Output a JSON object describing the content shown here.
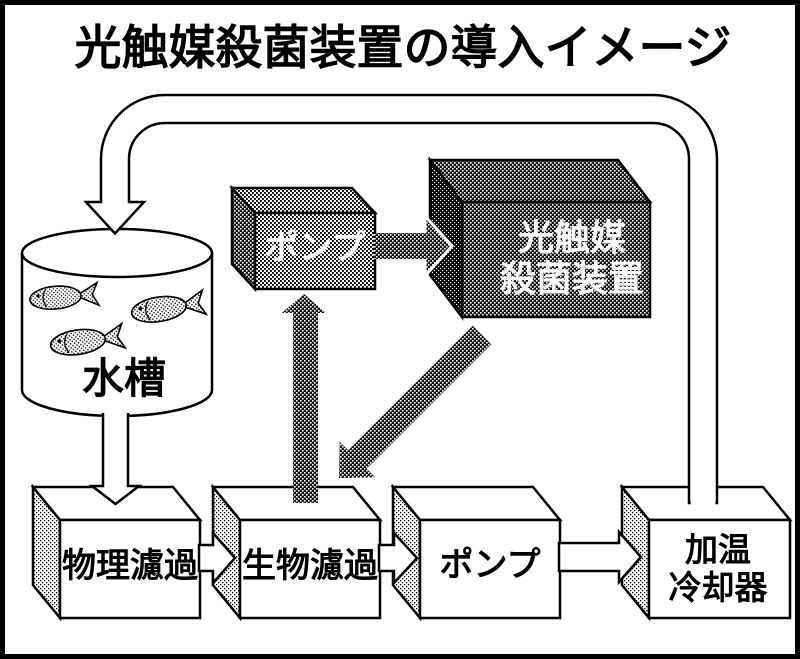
{
  "title": "光触媒殺菌装置の導入イメージ",
  "diagram": {
    "tank": {
      "label": "水槽",
      "fish_count": 3
    },
    "pump_top": {
      "label": "ポンプ"
    },
    "sterilizer": {
      "label_line1": "光触媒",
      "label_line2": "殺菌装置"
    },
    "physical_filter": {
      "label": "物理濾過"
    },
    "bio_filter": {
      "label": "生物濾過"
    },
    "pump_bottom": {
      "label": "ポンプ"
    },
    "heater_cooler": {
      "label_line1": "加温",
      "label_line2": "冷却器"
    }
  },
  "colors": {
    "ink": "#000000",
    "paper": "#ffffff"
  }
}
